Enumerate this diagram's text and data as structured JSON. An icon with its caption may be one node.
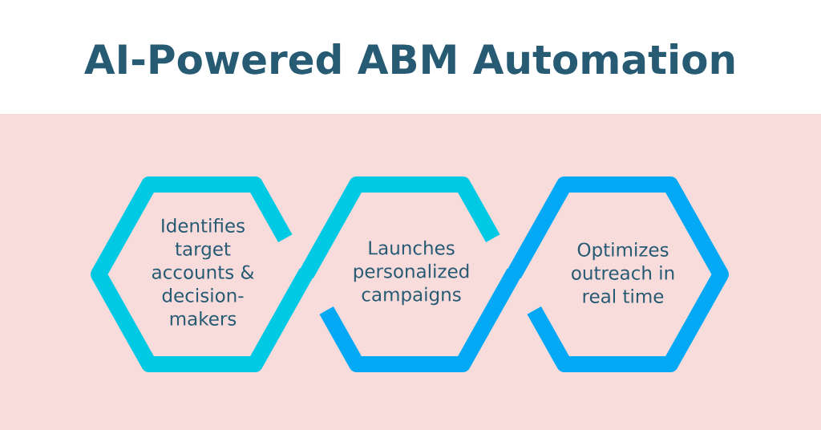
{
  "diagram": {
    "title": "AI-Powered ABM Automation",
    "nodes": [
      {
        "text": [
          "Identifies target accounts & decision-makers"
        ]
      },
      {
        "text": [
          "Launches personalized campaigns"
        ]
      },
      {
        "text": [
          "Optimizes outreach in real time"
        ]
      }
    ]
  }
}
